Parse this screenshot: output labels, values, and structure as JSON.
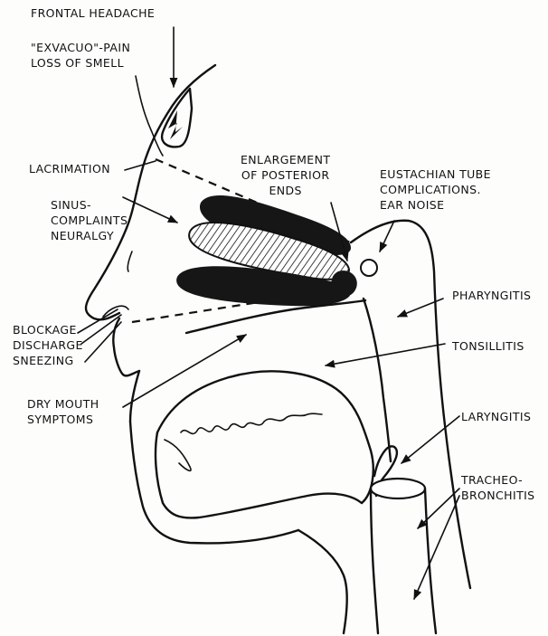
{
  "labels": {
    "frontal_headache": "FRONTAL HEADACHE",
    "exvacuo_line1": "\"EXVACUO\"-PAIN",
    "exvacuo_line2": "LOSS OF SMELL",
    "lacrimation": "LACRIMATION",
    "sinus_line1": "SINUS-",
    "sinus_line2": "COMPLAINTS",
    "sinus_line3": "NEURALGY",
    "enlargement_line1": "ENLARGEMENT",
    "enlargement_line2": "OF POSTERIOR",
    "enlargement_line3": "ENDS",
    "eustachian_line1": "EUSTACHIAN TUBE",
    "eustachian_line2": "COMPLICATIONS.",
    "eustachian_line3": "EAR NOISE",
    "pharyngitis": "PHARYNGITIS",
    "blockage_line1": "BLOCKAGE",
    "blockage_line2": "DISCHARGE",
    "blockage_line3": "SNEEZING",
    "tonsillitis": "TONSILLITIS",
    "dry_mouth_line1": "DRY MOUTH",
    "dry_mouth_line2": "SYMPTOMS",
    "laryngitis": "LARYNGITIS",
    "tracheo_line1": "TRACHEO-",
    "tracheo_line2": "BRONCHITIS"
  },
  "colors": {
    "ink": "#111111",
    "background": "#fdfdfc"
  }
}
